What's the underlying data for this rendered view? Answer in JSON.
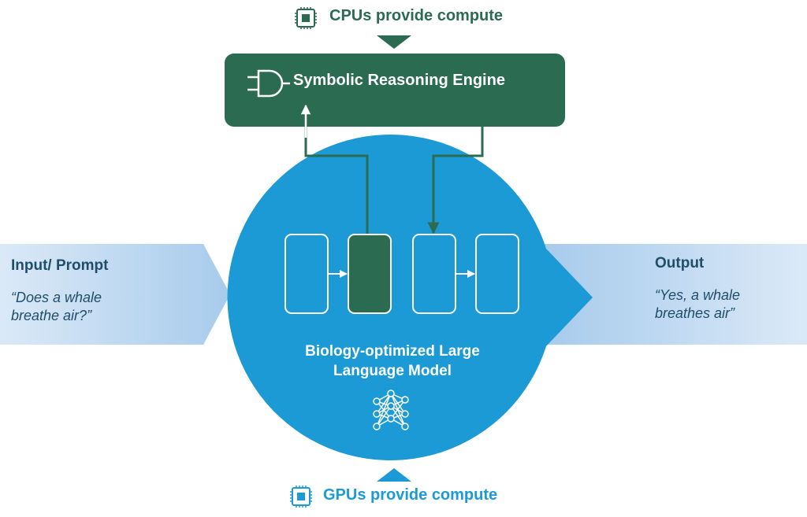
{
  "compute": {
    "cpu_label": "CPUs provide compute",
    "gpu_label": "GPUs provide compute",
    "cpu_icon": "cpu-chip-icon",
    "gpu_icon": "gpu-chip-icon"
  },
  "engine": {
    "label": "Symbolic Reasoning Engine",
    "icon": "and-gate-icon"
  },
  "model": {
    "label_line1": "Biology-optimized Large",
    "label_line2": "Language Model",
    "icon": "neural-network-icon",
    "highlighted_block_index": 1
  },
  "input": {
    "title": "Input/ Prompt",
    "quote_line1": "“Does a whale",
    "quote_line2": "breathe air?”"
  },
  "output": {
    "title": "Output",
    "quote_line1": "“Yes, a whale",
    "quote_line2": "breathes air”"
  },
  "colors": {
    "dark_green": "#2a6b52",
    "model_blue": "#1b9ad6",
    "band_light": "#dbe9f7",
    "band_mid": "#a7cbec",
    "text_navy": "#1f4e69"
  }
}
